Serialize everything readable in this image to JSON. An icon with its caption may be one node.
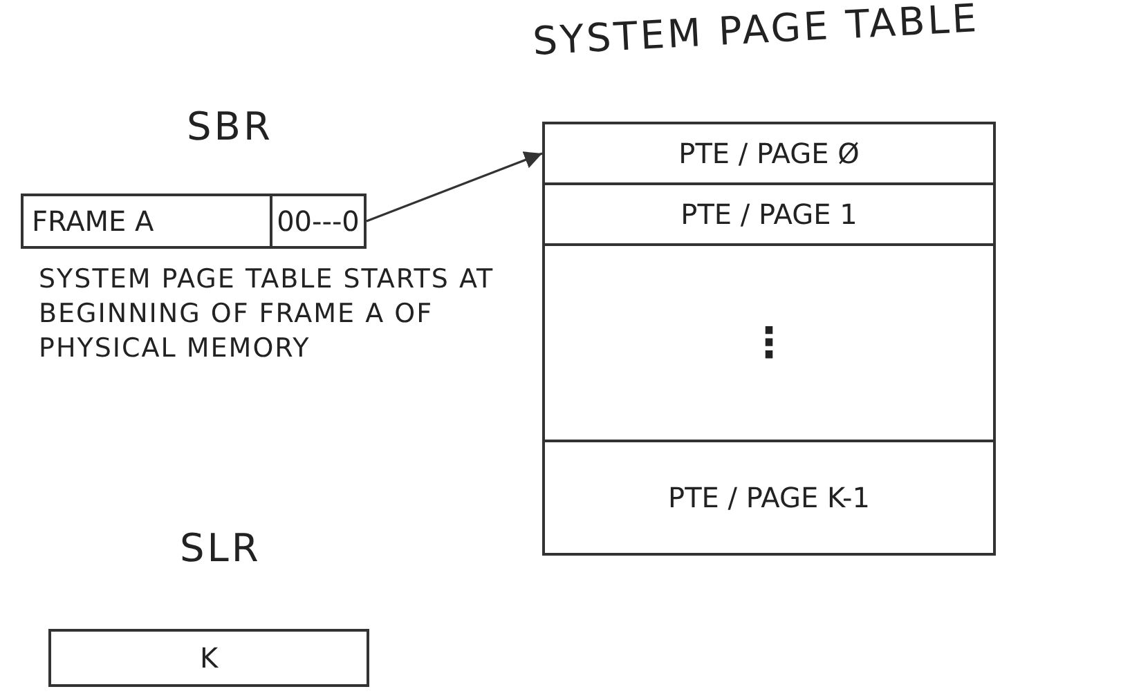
{
  "diagram": {
    "nodes": [
      {
        "text": [
          "SBR"
        ]
      },
      {
        "text": [
          "FRAME A"
        ],
        "in": 0
      },
      {
        "text": [
          "00---0"
        ],
        "in": 0
      },
      {
        "text": [
          "SYSTEM PAGE TABLE"
        ]
      },
      {
        "text": [
          "PTE / PAGE Ø"
        ],
        "in": 3
      },
      {
        "text": [
          "PTE / PAGE 1"
        ],
        "in": 3
      },
      {
        "text": [
          "⋮"
        ],
        "in": 3
      },
      {
        "text": [
          "PTE / PAGE K-1"
        ],
        "in": 3
      },
      {
        "text": [
          "SLR",
          "K"
        ]
      }
    ],
    "edges": [
      {
        "from": 2,
        "to": 4,
        "arrow": "to"
      }
    ],
    "labels": [
      "SYSTEM PAGE TABLE STARTS AT BEGINNING OF FRAME A OF PHYSICAL MEMORY"
    ]
  }
}
